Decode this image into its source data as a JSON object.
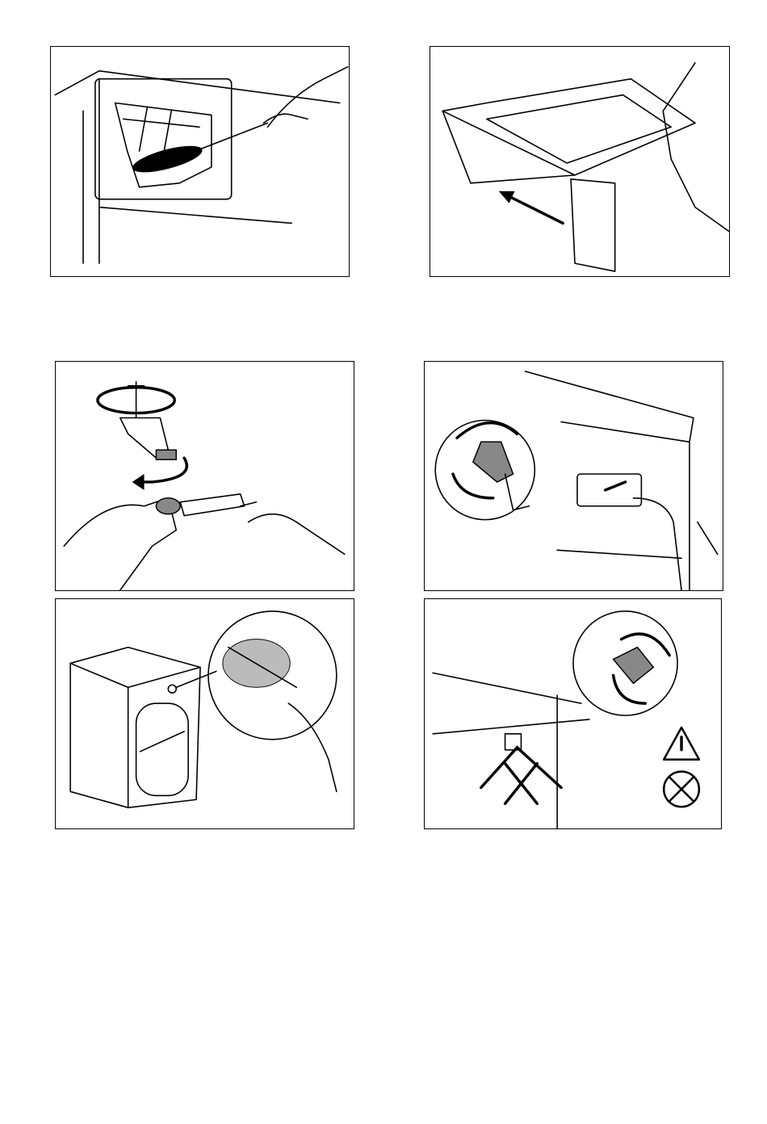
{
  "page": {
    "background": "#ffffff",
    "line_color": "#000000",
    "figures": [
      {
        "name": "clean-dispenser-recess-with-brush",
        "icon": "brush-icon"
      },
      {
        "name": "remove-detergent-drawer",
        "icon": "arrow-left-icon"
      },
      {
        "name": "unscrew-hose-from-tap-and-clean-filter",
        "icon": "rotate-arrow-icon"
      },
      {
        "name": "unscrew-hose-from-machine-inlet",
        "icon": "rotate-arrow-icon"
      },
      {
        "name": "clean-inlet-valve-filter",
        "icon": "brush-icon"
      },
      {
        "name": "reattach-hose-angle",
        "icon": "warning-icon"
      }
    ]
  }
}
